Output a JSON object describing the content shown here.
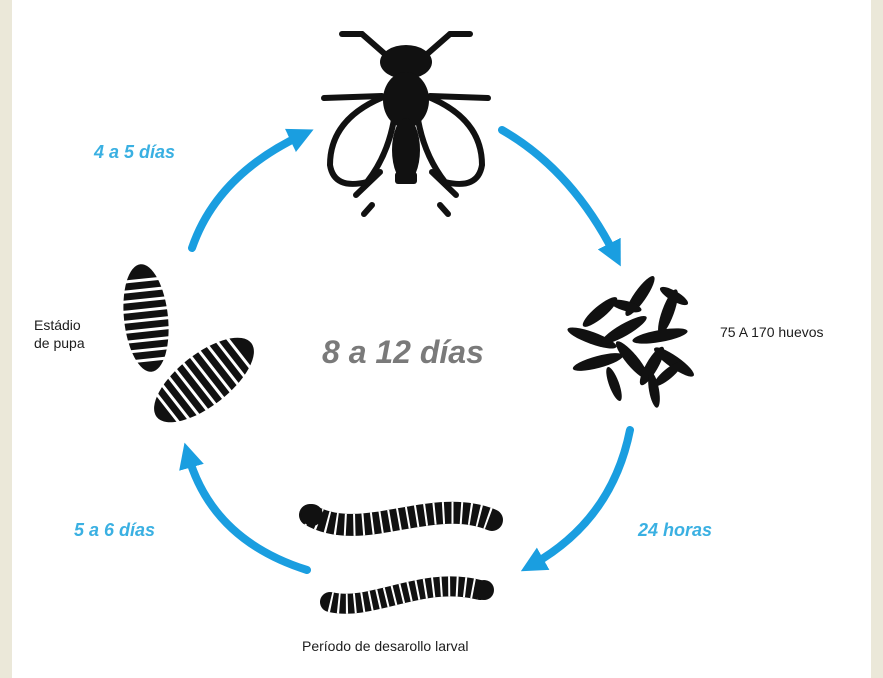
{
  "colors": {
    "arrow": "#1a9ee0",
    "duration_text": "#3ab0e2",
    "silhouette": "#111111",
    "center_text": "#7a7a7a",
    "border": "#ebe8d9"
  },
  "center_label": "8 a 12 días",
  "stages": {
    "adult": {
      "icon": "fly-icon"
    },
    "eggs": {
      "label": "75 A 170 huevos",
      "icon": "eggs-icon"
    },
    "larva": {
      "label": "Período de desarollo larval",
      "icon": "larvae-icon"
    },
    "pupa": {
      "label_line1": "Estádio",
      "label_line2": "de pupa",
      "icon": "pupae-icon"
    }
  },
  "transitions": {
    "adult_to_eggs": {
      "duration": ""
    },
    "eggs_to_larva": {
      "duration": "24 horas"
    },
    "larva_to_pupa": {
      "duration": "5 a 6 días"
    },
    "pupa_to_adult": {
      "duration": "4 a 5 días"
    }
  }
}
